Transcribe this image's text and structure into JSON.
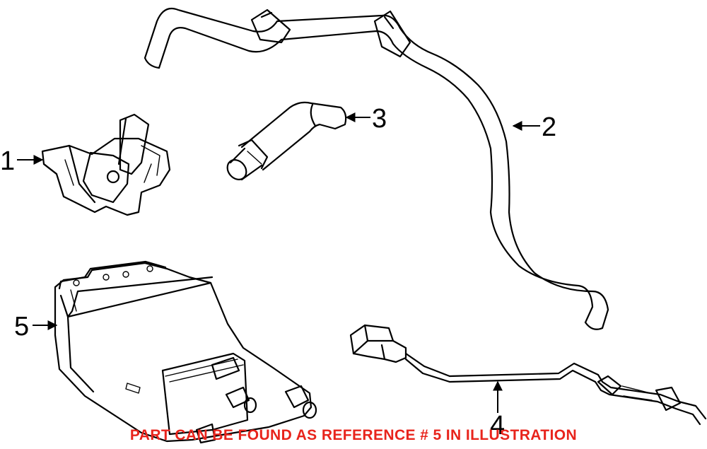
{
  "callouts": [
    "1",
    "2",
    "3",
    "4",
    "5"
  ],
  "notice": "PART CAN BE FOUND AS REFERENCE # 5 IN ILLUSTRATION",
  "colors": {
    "notice": "#e8241c",
    "line": "#000000",
    "background": "#ffffff"
  }
}
